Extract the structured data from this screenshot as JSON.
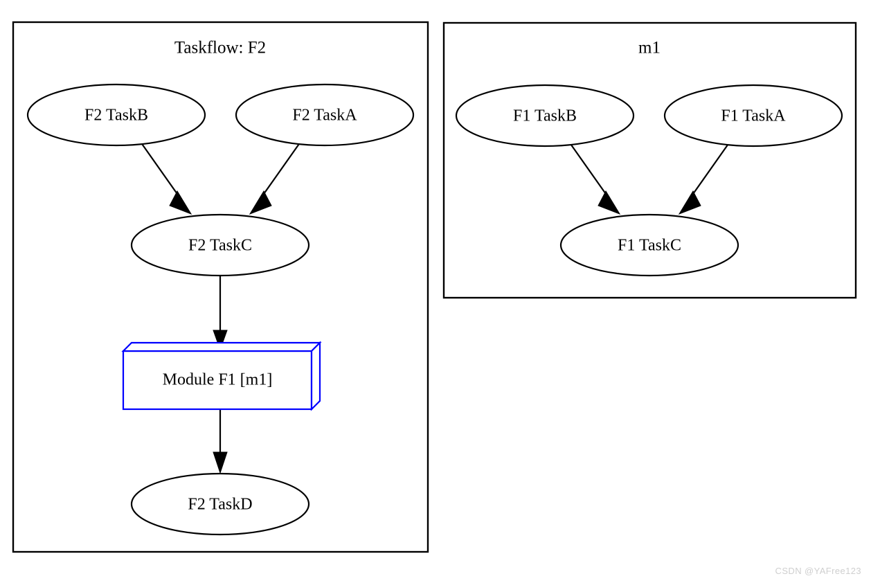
{
  "diagram": {
    "type": "graphviz-taskflow-dependency-graph",
    "background_color": "#ffffff",
    "default_stroke_color": "#000000",
    "module_stroke_color": "#0000ff"
  },
  "clusters": [
    {
      "id": "cluster-f2",
      "title": "Taskflow: F2",
      "border_color": "#000000"
    },
    {
      "id": "cluster-m1",
      "title": "m1",
      "border_color": "#000000"
    }
  ],
  "nodes": {
    "f2_taskb": {
      "label": "F2 TaskB",
      "shape": "ellipse",
      "color": "#000000"
    },
    "f2_taska": {
      "label": "F2 TaskA",
      "shape": "ellipse",
      "color": "#000000"
    },
    "f2_taskc": {
      "label": "F2 TaskC",
      "shape": "ellipse",
      "color": "#000000"
    },
    "module_f1": {
      "label": "Module F1 [m1]",
      "shape": "box3d",
      "color": "#0000ff"
    },
    "f2_taskd": {
      "label": "F2 TaskD",
      "shape": "ellipse",
      "color": "#000000"
    },
    "f1_taskb": {
      "label": "F1 TaskB",
      "shape": "ellipse",
      "color": "#000000"
    },
    "f1_taska": {
      "label": "F1 TaskA",
      "shape": "ellipse",
      "color": "#000000"
    },
    "f1_taskc": {
      "label": "F1 TaskC",
      "shape": "ellipse",
      "color": "#000000"
    }
  },
  "edges": [
    {
      "from": "f2_taskb",
      "to": "f2_taskc"
    },
    {
      "from": "f2_taska",
      "to": "f2_taskc"
    },
    {
      "from": "f2_taskc",
      "to": "module_f1"
    },
    {
      "from": "module_f1",
      "to": "f2_taskd"
    },
    {
      "from": "f1_taskb",
      "to": "f1_taskc"
    },
    {
      "from": "f1_taska",
      "to": "f1_taskc"
    }
  ],
  "watermark": {
    "text": "CSDN @YAFree123",
    "color": "#cfcfcf"
  }
}
